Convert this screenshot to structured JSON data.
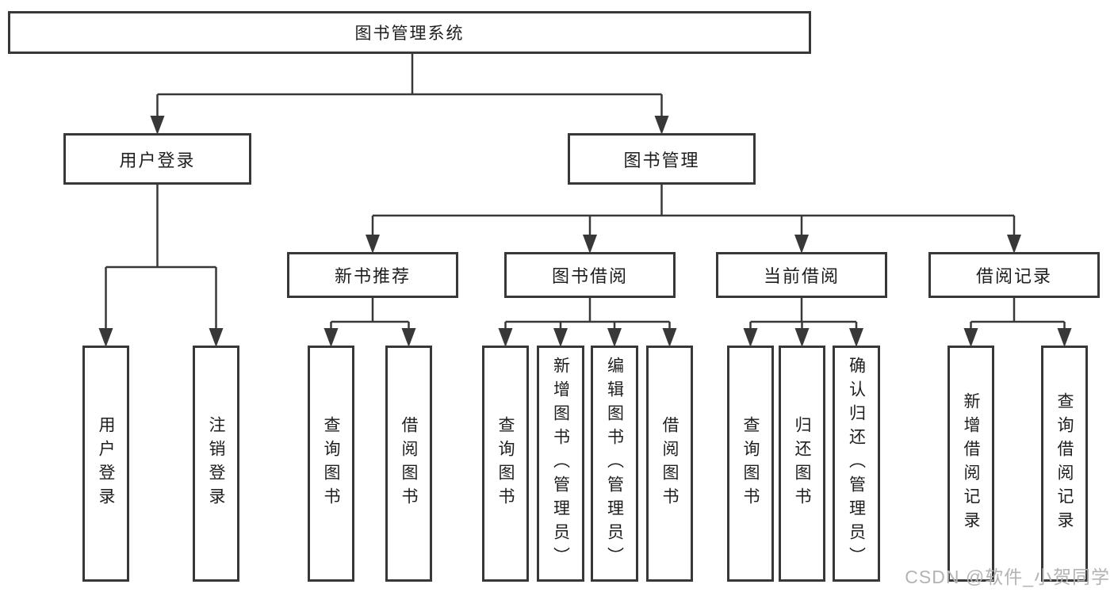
{
  "diagram": {
    "root": {
      "label": "图书管理系统"
    },
    "branches": [
      {
        "label": "用户登录",
        "children": [
          {
            "label": "用户登录"
          },
          {
            "label": "注销登录"
          }
        ]
      },
      {
        "label": "图书管理",
        "children": [
          {
            "label": "新书推荐",
            "children": [
              {
                "label": "查询图书"
              },
              {
                "label": "借阅图书"
              }
            ]
          },
          {
            "label": "图书借阅",
            "children": [
              {
                "label": "查询图书"
              },
              {
                "label": "新增图书（管理员）"
              },
              {
                "label": "编辑图书（管理员）"
              },
              {
                "label": "借阅图书"
              }
            ]
          },
          {
            "label": "当前借阅",
            "children": [
              {
                "label": "查询图书"
              },
              {
                "label": "归还图书"
              },
              {
                "label": "确认归还（管理员）"
              }
            ]
          },
          {
            "label": "借阅记录",
            "children": [
              {
                "label": "新增借阅记录"
              },
              {
                "label": "查询借阅记录"
              }
            ]
          }
        ]
      }
    ]
  },
  "watermark": {
    "text": "CSDN @软件_小贺同学"
  },
  "colors": {
    "line": "#383838",
    "box_border": "#383838",
    "text": "#1e1e1e",
    "watermark": "#b3b3b3",
    "background": "#ffffff"
  }
}
